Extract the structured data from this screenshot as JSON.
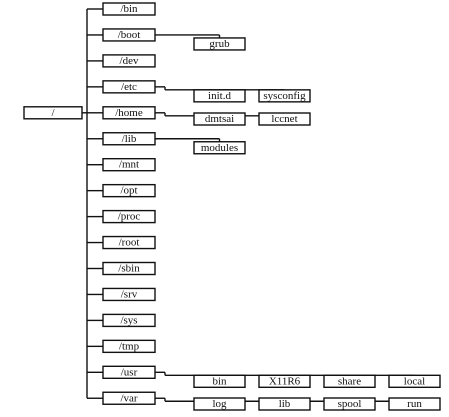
{
  "tree": {
    "root": {
      "label": "/"
    },
    "branches": [
      {
        "label": "/bin",
        "children": []
      },
      {
        "label": "/boot",
        "children": [
          "grub"
        ]
      },
      {
        "label": "/dev",
        "children": []
      },
      {
        "label": "/etc",
        "children": [
          "init.d",
          "sysconfig"
        ]
      },
      {
        "label": "/home",
        "children": [
          "dmtsai",
          "lccnet"
        ]
      },
      {
        "label": "/lib",
        "children": [
          "modules"
        ]
      },
      {
        "label": "/mnt",
        "children": []
      },
      {
        "label": "/opt",
        "children": []
      },
      {
        "label": "/proc",
        "children": []
      },
      {
        "label": "/root",
        "children": []
      },
      {
        "label": "/sbin",
        "children": []
      },
      {
        "label": "/srv",
        "children": []
      },
      {
        "label": "/sys",
        "children": []
      },
      {
        "label": "/tmp",
        "children": []
      },
      {
        "label": "/usr",
        "children": [
          "bin",
          "X11R6",
          "share",
          "local"
        ]
      },
      {
        "label": "/var",
        "children": [
          "log",
          "lib",
          "spool",
          "run"
        ]
      }
    ]
  }
}
